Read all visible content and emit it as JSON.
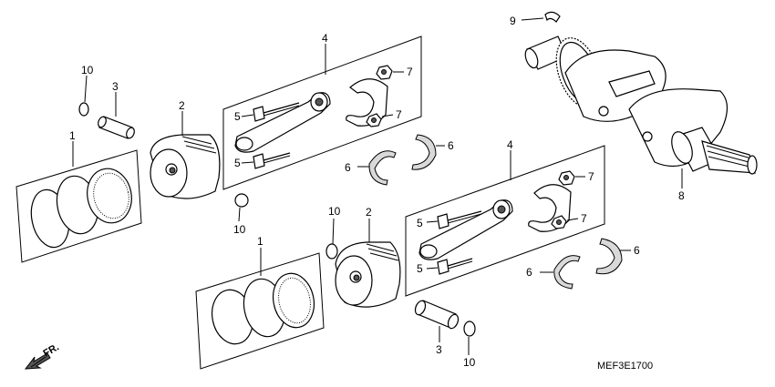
{
  "diagram_code": "MEF3E1700",
  "front_marker": "FR.",
  "callouts": {
    "piston_rings_upper": "1",
    "piston_pin_upper": "3",
    "pin_clip_upper": "10",
    "piston_upper": "2",
    "pin_clip_upper_lower": "10",
    "conrod_assy_upper": "4",
    "conrod_bolt_upper_a": "5",
    "conrod_bolt_upper_b": "5",
    "conrod_nut_upper_a": "7",
    "conrod_nut_upper_b": "7",
    "bearing_upper_a": "6",
    "bearing_upper_b": "6",
    "woodruff_key": "9",
    "crankshaft": "8",
    "pin_clip_lower_top": "10",
    "piston_lower": "2",
    "piston_rings_lower": "1",
    "conrod_assy_lower": "4",
    "conrod_bolt_lower_a": "5",
    "conrod_bolt_lower_b": "5",
    "conrod_nut_lower_a": "7",
    "conrod_nut_lower_b": "7",
    "bearing_lower_a": "6",
    "bearing_lower_b": "6",
    "piston_pin_lower": "3",
    "pin_clip_lower_bottom": "10"
  }
}
